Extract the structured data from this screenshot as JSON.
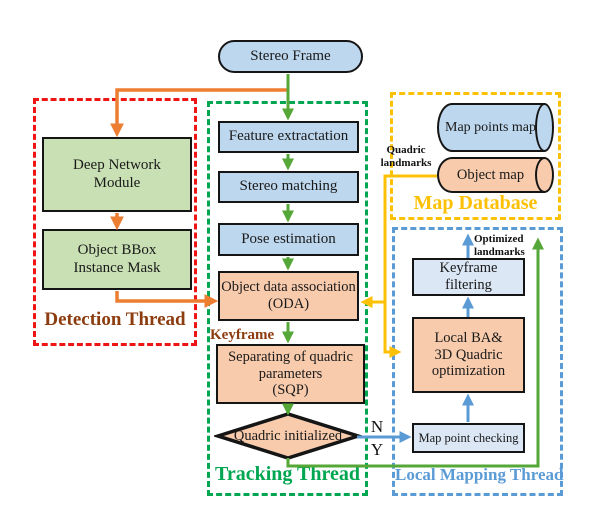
{
  "diagram": {
    "nodes": {
      "stereo_frame": "Stereo Frame",
      "feature_extraction": "Feature extractation",
      "stereo_matching": "Stereo matching",
      "pose_estimation": "Pose estimation",
      "oda": "Object data association\n(ODA)",
      "sqp": "Separating of quadric\nparameters\n(SQP)",
      "quadric_initialized": "Quadric initialized",
      "deep_network": "Deep Network\nModule",
      "object_bbox": "Object BBox\nInstance Mask",
      "map_points_map": "Map points map",
      "object_map": "Object map",
      "keyframe_filtering": "Keyframe\nfiltering",
      "local_ba": "Local BA&\n3D Quadric\noptimization",
      "map_point_checking": "Map point checking"
    },
    "threads": {
      "detection": "Detection Thread",
      "tracking": "Tracking Thread",
      "map_database": "Map Database",
      "local_mapping": "Local Mapping Thread"
    },
    "edge_labels": {
      "keyframe": "Keyframe",
      "quadric_landmarks": "Quadric\nlandmarks",
      "optimized_landmarks": "Optimized\nlandmarks",
      "branch_no": "N",
      "branch_yes": "Y"
    },
    "colors": {
      "node_blue": "#bdd7ee",
      "node_blue_light": "#dbe7f4",
      "node_orange": "#f8cbad",
      "node_green": "#c9e0b4",
      "node_border": "#151515",
      "detection_border": "#f01515",
      "tracking_border": "#00a650",
      "map_database_border": "#fcc004",
      "local_mapping_border": "#5b9bd5",
      "detection_text": "#8c3c0e",
      "arrow_orange": "#ed7d31",
      "arrow_green": "#55a738",
      "arrow_yellow": "#fcc004",
      "arrow_blue": "#5b9bd5"
    }
  }
}
